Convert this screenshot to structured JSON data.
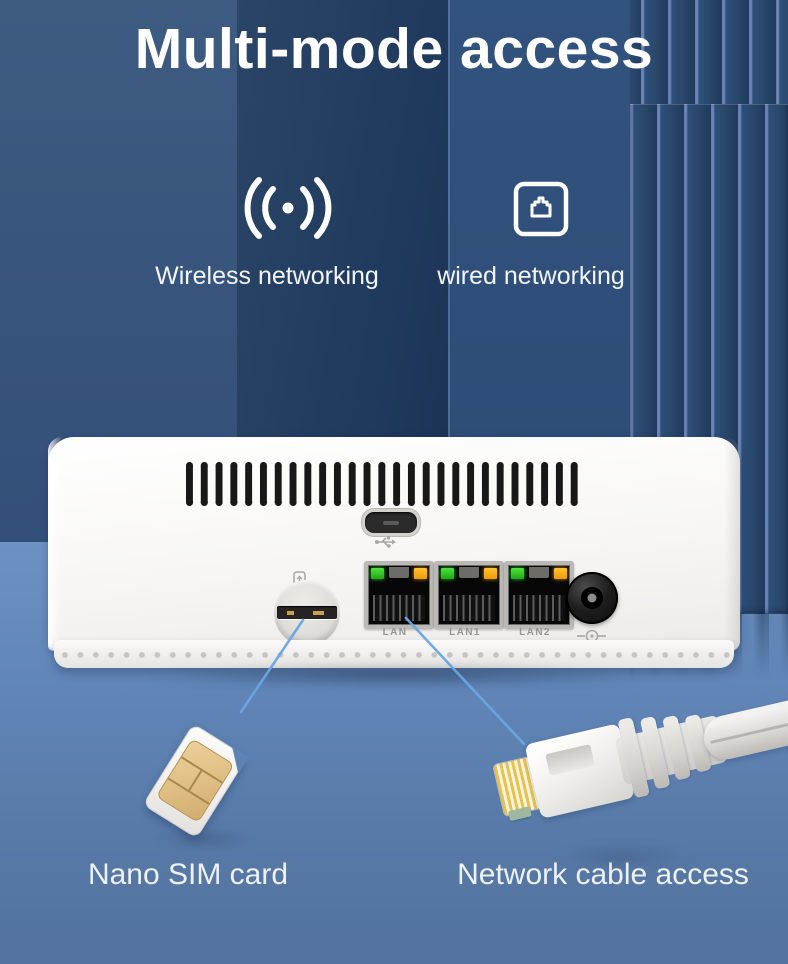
{
  "title": "Multi-mode access",
  "features": {
    "wireless": {
      "label": "Wireless networking",
      "icon": "wireless-signal-icon"
    },
    "wired": {
      "label": "wired networking",
      "icon": "ethernet-port-icon"
    }
  },
  "device": {
    "ports": [
      {
        "label": "LAN"
      },
      {
        "label": "LAN1"
      },
      {
        "label": "LAN2"
      }
    ],
    "icons": [
      "sim-card-icon",
      "usb-icon",
      "dc-power-icon"
    ]
  },
  "callouts": {
    "sim": {
      "label": "Nano SIM card"
    },
    "cable": {
      "label": "Network cable access"
    }
  },
  "colors": {
    "wall_left": "#37547c",
    "wall_center": "#203a5d",
    "wall_right": "#2c4b75",
    "floor": "#6186b8",
    "accent_line": "#6aa6e4",
    "led_green": "#2fc32a",
    "led_amber": "#f6a71c",
    "text_light": "#ecf1f7",
    "sim_chip_gold": "#dfbe84"
  }
}
